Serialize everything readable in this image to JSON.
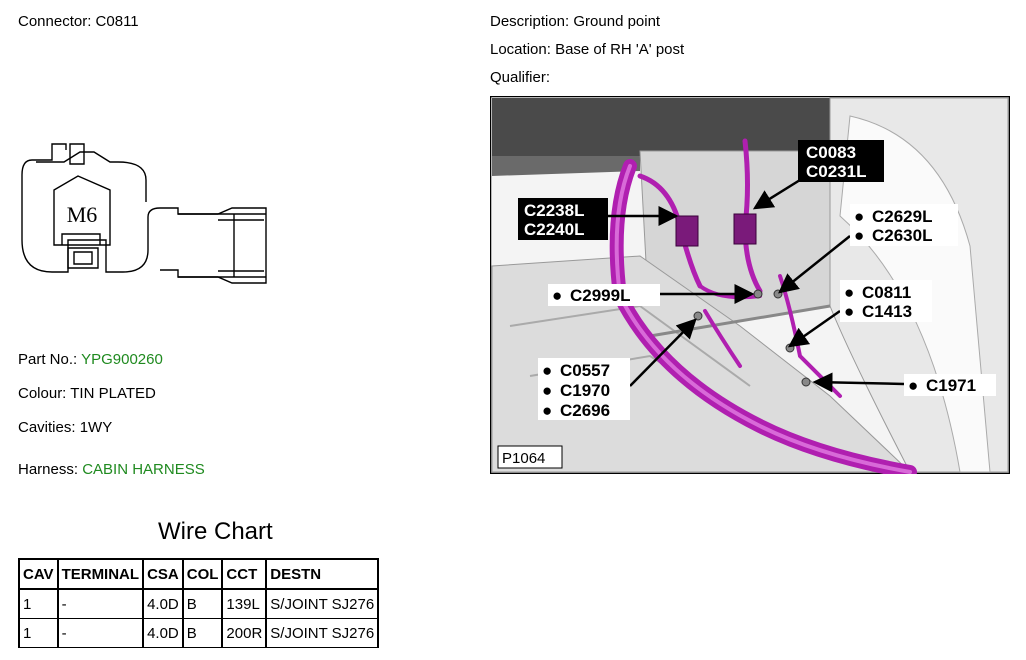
{
  "header": {
    "connector_label": "Connector:",
    "connector_value": "C0811",
    "description_label": "Description:",
    "description_value": "Ground point",
    "location_label": "Location:",
    "location_value": "Base of RH 'A' post",
    "qualifier_label": "Qualifier:",
    "qualifier_value": ""
  },
  "connector_drawing": {
    "stud_text": "M6"
  },
  "part_info": {
    "part_no_label": "Part No.:",
    "part_no_value": "YPG900260",
    "colour_label": "Colour:",
    "colour_value": "TIN PLATED",
    "cavities_label": "Cavities:",
    "cavities_value": "1WY",
    "harness_label": "Harness:",
    "harness_value": "CABIN HARNESS",
    "link_color": "#1f8a1f"
  },
  "wire_chart": {
    "title": "Wire Chart",
    "columns": [
      "CAV",
      "TERMINAL",
      "CSA",
      "COL",
      "CCT",
      "DESTN"
    ],
    "rows": [
      [
        "1",
        "-",
        "4.0D",
        "B",
        "139L",
        "S/JOINT SJ276"
      ],
      [
        "1",
        "-",
        "4.0D",
        "B",
        "200R",
        "S/JOINT SJ276"
      ]
    ]
  },
  "location_image": {
    "ref": "P1064",
    "harness_color": "#b01fb0",
    "callouts": {
      "c0083": "C0083",
      "c0231l": "C0231L",
      "c2238l": "C2238L",
      "c2240l": "C2240L",
      "c2629l": "C2629L",
      "c2630l": "C2630L",
      "c2999l": "C2999L",
      "c0811": "C0811",
      "c1413": "C1413",
      "c0557": "C0557",
      "c1970": "C1970",
      "c2696": "C2696",
      "c1971": "C1971"
    }
  }
}
